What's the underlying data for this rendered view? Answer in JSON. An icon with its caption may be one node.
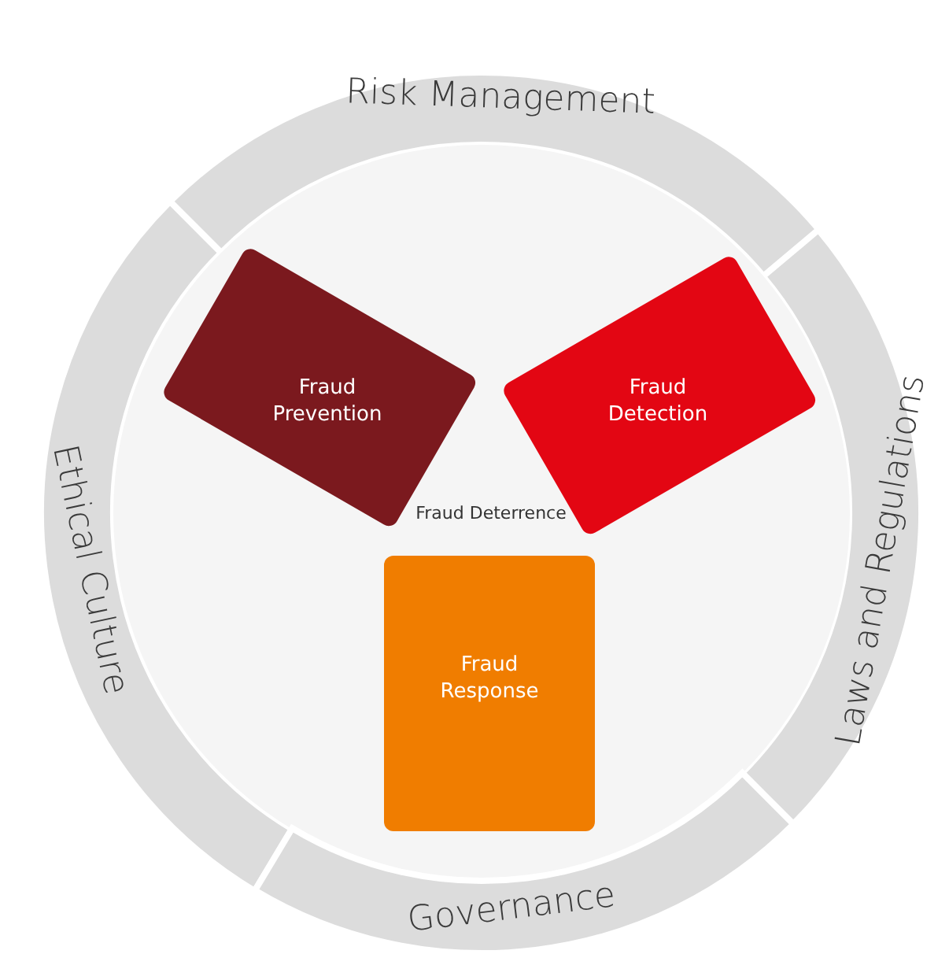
{
  "diagram": {
    "nodes": [
      {
        "text": [
          "Risk Management"
        ]
      },
      {
        "text": [
          "Ethical Culture"
        ]
      },
      {
        "text": [
          "Laws and Regulations"
        ]
      },
      {
        "text": [
          "Fraud Deterrence"
        ]
      },
      {
        "text": [
          "Fraud Prevention"
        ],
        "in": 3
      },
      {
        "text": [
          "Fraud Detection"
        ],
        "in": 3
      },
      {
        "text": [
          "Fraud Response"
        ],
        "in": 3
      },
      {
        "text": [
          "Governance"
        ]
      }
    ]
  }
}
